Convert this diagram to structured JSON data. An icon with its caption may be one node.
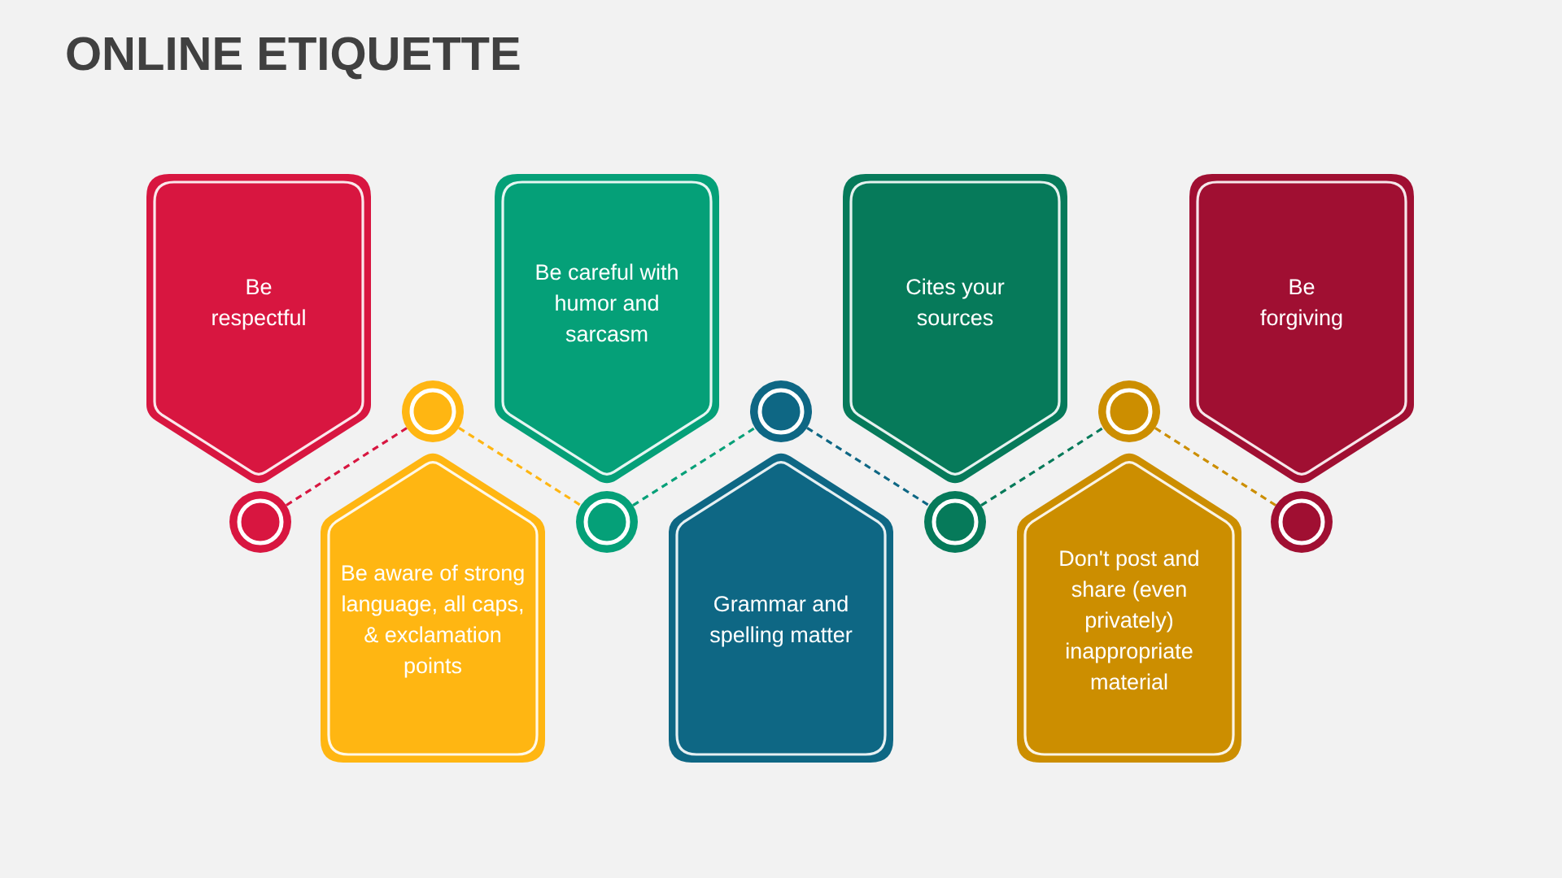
{
  "diagram": {
    "title": "ONLINE ETIQUETTE",
    "nodes": [
      {
        "text": [
          "Be respectful"
        ]
      },
      {
        "text": [
          "Be aware of strong language, all caps, & exclamation points"
        ]
      },
      {
        "text": [
          "Be careful with humor and sarcasm"
        ]
      },
      {
        "text": [
          "Grammar and spelling matter"
        ]
      },
      {
        "text": [
          "Cites your sources"
        ]
      },
      {
        "text": [
          "Don't post and share (even privately) inappropriate material"
        ]
      },
      {
        "text": [
          "Be forgiving"
        ]
      },
      {
        "text": [],
        "shape": "circle"
      },
      {
        "text": [],
        "shape": "circle"
      },
      {
        "text": [],
        "shape": "circle"
      },
      {
        "text": [],
        "shape": "circle"
      },
      {
        "text": [],
        "shape": "circle"
      },
      {
        "text": [],
        "shape": "circle"
      },
      {
        "text": [],
        "shape": "circle"
      }
    ],
    "edges": [
      {
        "from": 7,
        "to": 8,
        "arrow": "none",
        "style": "dashed",
        "color": "#d81640"
      },
      {
        "from": 8,
        "to": 9,
        "arrow": "none",
        "style": "dashed",
        "color": "#ffb612"
      },
      {
        "from": 9,
        "to": 10,
        "arrow": "none",
        "style": "dashed",
        "color": "#05a078"
      },
      {
        "from": 10,
        "to": 11,
        "arrow": "none",
        "style": "dashed",
        "color": "#0e6784"
      },
      {
        "from": 11,
        "to": 12,
        "arrow": "none",
        "style": "dashed",
        "color": "#067a5a"
      },
      {
        "from": 12,
        "to": 13,
        "arrow": "none",
        "style": "dashed",
        "color": "#cc8e00"
      }
    ]
  }
}
